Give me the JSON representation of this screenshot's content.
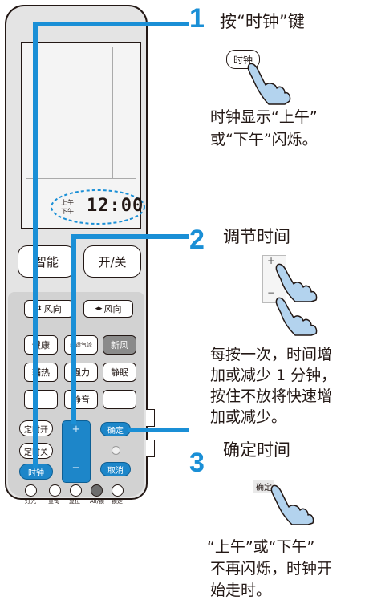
{
  "remote": {
    "display": {
      "am_label": "上午",
      "pm_label": "下午",
      "time": "12:00"
    },
    "buttons": {
      "smart": "智能",
      "power": "开/关",
      "swing_vertical": "风向",
      "swing_horizontal": "风向",
      "healthy": "健康",
      "comfort_airflow": "舒适气流",
      "fresh_air": "新风",
      "aux_heat": "辅热",
      "strong": "强力",
      "sleep": "静眠",
      "quiet": "静音",
      "timer_on": "定时开",
      "timer_off": "定时关",
      "clock": "时钟",
      "plus": "+",
      "minus": "−",
      "confirm": "确定",
      "cancel": "取消",
      "light": "灯光",
      "query": "查询",
      "reset": "复位",
      "all_child": "All/锁",
      "lock": "锁定"
    }
  },
  "steps": [
    {
      "number": "1",
      "title": "按“时钟”键",
      "button_label": "时钟",
      "description": [
        "时钟显示“上午”",
        "或“下午”闪烁。"
      ]
    },
    {
      "number": "2",
      "title": "调节时间",
      "plus": "+",
      "minus": "−",
      "description": [
        "每按一次，时间增",
        "加或减少 1 分钟，",
        "按住不放将快速增",
        "加或减少。"
      ]
    },
    {
      "number": "3",
      "title": "确定时间",
      "button_label": "确定",
      "description": [
        "“上午”或“下午”",
        "不再闪烁，时钟开",
        "始走时。"
      ]
    }
  ],
  "colors": {
    "accent": "#1a8fd6",
    "remote_body": "#e6e6e6",
    "button_blue": "#1d86c9"
  }
}
